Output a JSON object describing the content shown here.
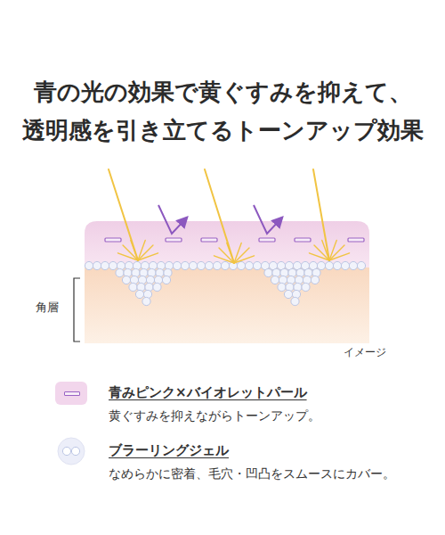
{
  "diagram": {
    "title": "青の光の効果で黄ぐすみを抑えて、 透明感を引き立てるトーンアップ効果",
    "labels": [
      "角層",
      "イメージ",
      "黄ぐすみを抑えながらトーンアップ。",
      "なめらかに密着、毛穴・凹凸をスムースにカバー。"
    ],
    "legend": [
      {
        "text": "青みピンク×バイオレットパール",
        "color": "#f2d6ec"
      },
      {
        "text": "ブラーリングジェル"
      }
    ]
  }
}
